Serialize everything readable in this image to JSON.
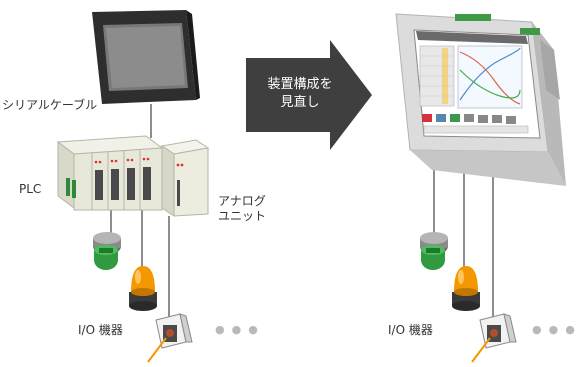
{
  "labels": {
    "serial_cable": "シリアルケーブル",
    "plc": "PLC",
    "analog_unit_line1": "アナログ",
    "analog_unit_line2": "ユニット",
    "io_left": "I/O 機器",
    "io_right": "I/O 機器"
  },
  "arrow": {
    "line1": "装置構成を",
    "line2": "見直し"
  },
  "ellipsis": "●●●",
  "colors": {
    "arrow": "#3f3f3f",
    "device_body": "#e9e9dc",
    "panel_frame": "#dcdcdc",
    "lamp_orange": "#f39800",
    "switch_green": "#2f9a3f",
    "cable": "#8d8d8d"
  }
}
